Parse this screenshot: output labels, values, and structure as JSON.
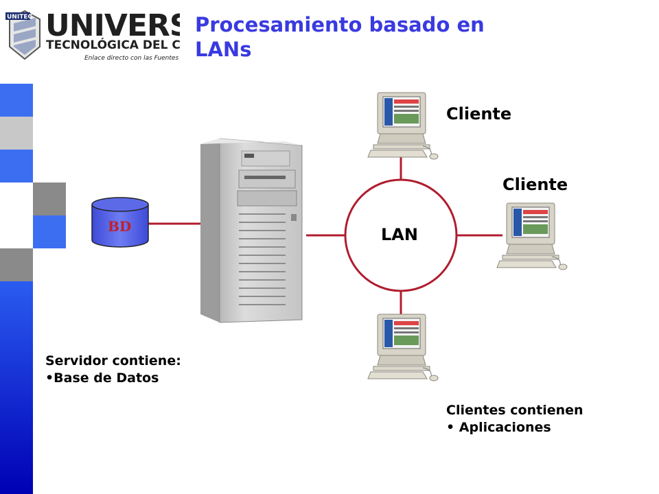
{
  "logo": {
    "tag": "UNITEC",
    "line1": "UNIVERSIDAD",
    "line2": "TECNOLÓGICA DEL CENTRO",
    "line3": "Enlace directo con las Fuentes de Empleo"
  },
  "slide": {
    "title_line1": "Procesamiento basado en",
    "title_line2": "LANs"
  },
  "diagram": {
    "database_label": "BD",
    "network_label": "LAN",
    "client_top_label": "Cliente",
    "client_right_label": "Cliente"
  },
  "notes": {
    "server_heading": "Servidor contiene:",
    "server_item": "•Base de Datos",
    "client_heading": "Clientes contienen",
    "client_item": "• Aplicaciones"
  },
  "colors": {
    "accent_blue": "#3a3ae0",
    "bar_blue": "#3c6ef2",
    "bar_dark_blue": "#0a0ac8",
    "link_red": "#b01c2e"
  }
}
